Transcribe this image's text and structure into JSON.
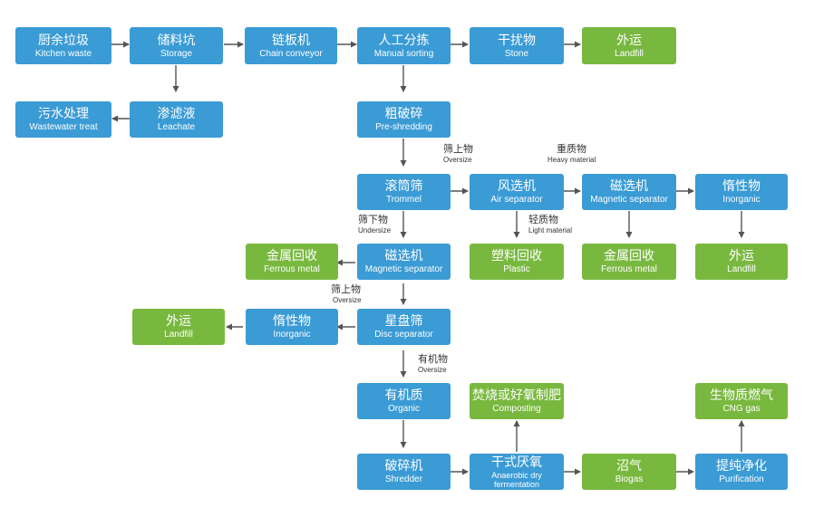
{
  "nodes": {
    "kitchen_waste": {
      "zh": "厨余垃圾",
      "en": "Kitchen waste"
    },
    "storage": {
      "zh": "储料坑",
      "en": "Storage"
    },
    "chain_conveyor": {
      "zh": "链板机",
      "en": "Chain conveyor"
    },
    "manual_sorting": {
      "zh": "人工分拣",
      "en": "Manual sorting"
    },
    "stone": {
      "zh": "干扰物",
      "en": "Stone"
    },
    "landfill_top": {
      "zh": "外运",
      "en": "Landfill"
    },
    "wastewater": {
      "zh": "污水处理",
      "en": "Wastewater treat"
    },
    "leachate": {
      "zh": "渗滤液",
      "en": "Leachate"
    },
    "preshredding": {
      "zh": "粗破碎",
      "en": "Pre-shredding"
    },
    "trommel": {
      "zh": "滚筒筛",
      "en": "Trommel"
    },
    "air_separator": {
      "zh": "风选机",
      "en": "Air separator"
    },
    "magnetic_sep_right": {
      "zh": "磁选机",
      "en": "Magnetic separator"
    },
    "inorganic_right": {
      "zh": "惰性物",
      "en": "Inorganic"
    },
    "plastic": {
      "zh": "塑料回收",
      "en": "Plastic"
    },
    "ferrous_right": {
      "zh": "金属回收",
      "en": "Ferrous metal"
    },
    "landfill_right": {
      "zh": "外运",
      "en": "Landfill"
    },
    "ferrous_left": {
      "zh": "金属回收",
      "en": "Ferrous metal"
    },
    "magnetic_sep_center": {
      "zh": "磁选机",
      "en": "Magnetic separator"
    },
    "landfill_left": {
      "zh": "外运",
      "en": "Landfill"
    },
    "inorganic_left": {
      "zh": "惰性物",
      "en": "Inorganic"
    },
    "disc_separator": {
      "zh": "星盘筛",
      "en": "Disc separator"
    },
    "organic": {
      "zh": "有机质",
      "en": "Organic"
    },
    "composting": {
      "zh": "焚烧或好氧制肥",
      "en": "Composting"
    },
    "cng_gas": {
      "zh": "生物质燃气",
      "en": "CNG gas"
    },
    "shredder": {
      "zh": "破碎机",
      "en": "Shredder"
    },
    "anaerobic": {
      "zh": "干式厌氧",
      "en": "Anaerobic dry fermentation"
    },
    "biogas": {
      "zh": "沼气",
      "en": "Biogas"
    },
    "purification": {
      "zh": "提纯净化",
      "en": "Purification"
    }
  },
  "notes": {
    "oversize_trommel": {
      "zh": "筛上物",
      "en": "Oversize"
    },
    "heavy_material": {
      "zh": "重质物",
      "en": "Heavy material"
    },
    "undersize": {
      "zh": "筛下物",
      "en": "Undersize"
    },
    "light_material": {
      "zh": "轻质物",
      "en": "Light material"
    },
    "oversize_magnetic": {
      "zh": "筛上物",
      "en": "Oversize"
    },
    "organic_oversize": {
      "zh": "有机物",
      "en": "Oversize"
    }
  },
  "colors": {
    "process": "#3a9bd5",
    "output": "#79b83f",
    "arrow": "#555555"
  }
}
